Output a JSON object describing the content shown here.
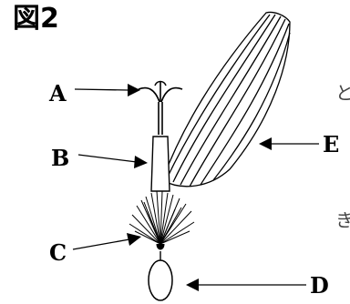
{
  "figure": {
    "title": "図2",
    "side_marks": [
      "と",
      "き"
    ]
  },
  "labels": {
    "A": "A",
    "B": "B",
    "C": "C",
    "D": "D",
    "E": "E"
  }
}
